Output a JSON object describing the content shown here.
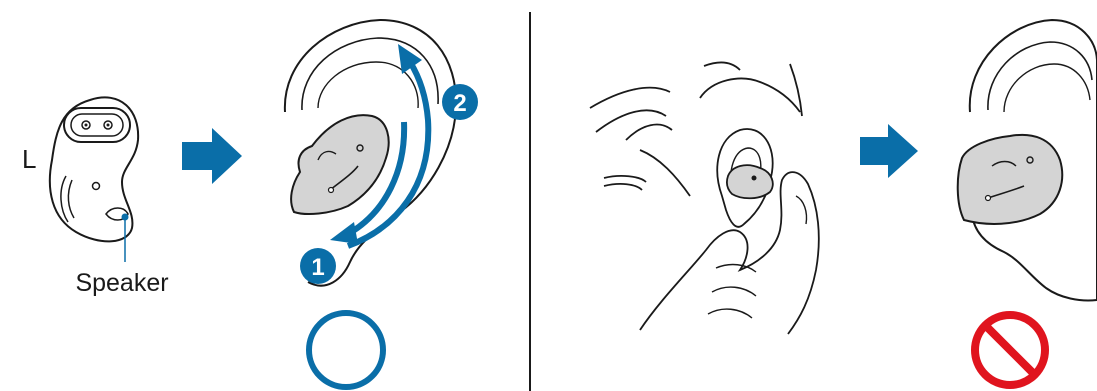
{
  "labels": {
    "side": "L",
    "speaker": "Speaker"
  },
  "steps": [
    {
      "number": "1"
    },
    {
      "number": "2"
    }
  ],
  "colors": {
    "accent": "#0a6ea8",
    "prohibit": "#e0141e",
    "earbud": "#d4d4d4",
    "line": "#1a1a1a"
  },
  "icons": {
    "correct": "circle-o-icon",
    "incorrect": "prohibited-icon",
    "next": "arrow-right-icon"
  }
}
